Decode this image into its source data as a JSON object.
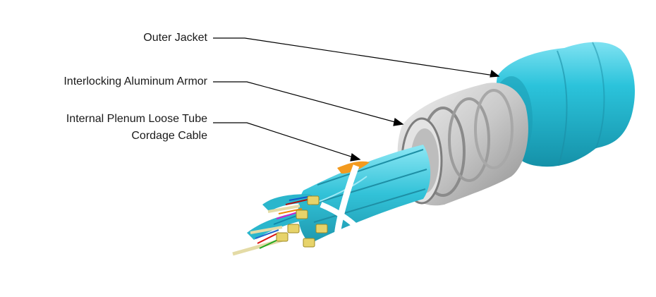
{
  "callouts": {
    "outer_jacket": "Outer Jacket",
    "armor": "Interlocking Aluminum Armor",
    "tube_line1": "Internal Plenum Loose Tube",
    "tube_line2": "Cordage Cable"
  },
  "colors": {
    "jacket": "#2bc3db",
    "armor": "#c9c9c9",
    "subunit": "#32c2d8",
    "ripcord": "#f39a1e",
    "binder": "#ffffff",
    "connector": "#e7d36a",
    "leader": "#000000"
  },
  "icons": [
    "cable-cutaway-illustration"
  ]
}
